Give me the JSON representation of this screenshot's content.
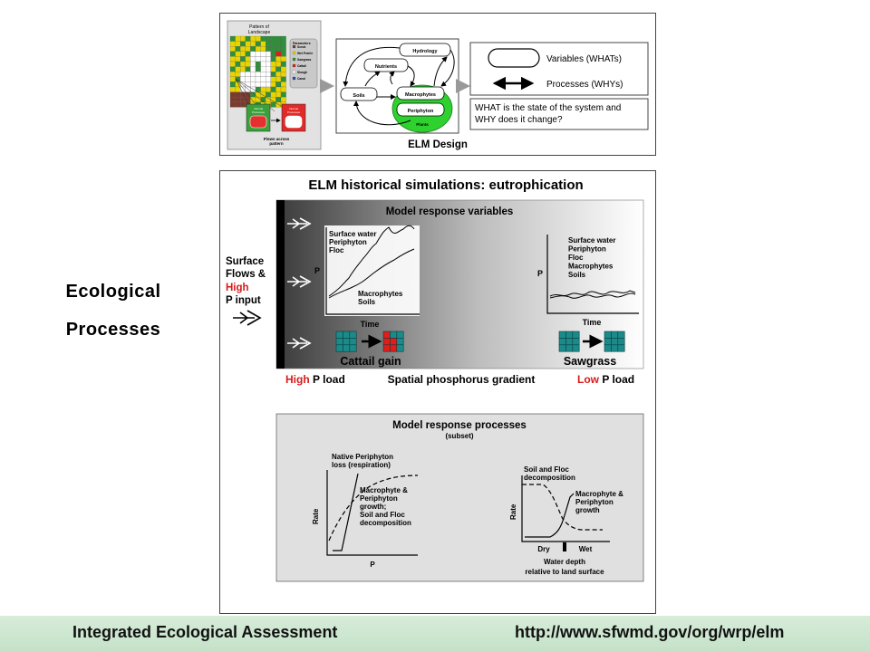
{
  "side_title": {
    "line1": "Ecological",
    "line2": "Processes"
  },
  "footer": {
    "left": "Integrated Ecological Assessment",
    "right": "http://www.sfwmd.gov/org/wrp/elm"
  },
  "design": {
    "pattern_title_1": "Pattern of",
    "pattern_title_2": "Landscape",
    "params_title": "Parameters",
    "params": [
      {
        "label": "Scrub",
        "color": "#7a3b2e"
      },
      {
        "label": "Wet Prairie",
        "color": "#e8d400"
      },
      {
        "label": "Sawgrass",
        "color": "#2f8f3a"
      },
      {
        "label": "Cattail",
        "color": "#d62020"
      },
      {
        "label": "Slough",
        "color": "#ffffff"
      },
      {
        "label": "Canal",
        "color": "#2846c8"
      }
    ],
    "internal_1": "Internal",
    "internal_2": "Processes",
    "flows_1": "Flows across",
    "flows_2": "pattern",
    "hydrology": "Hydrology",
    "nutrients": "Nutrients",
    "soils": "Soils",
    "macrophytes": "Macrophytes",
    "periphyton": "Periphyton",
    "plants": "Plants",
    "variables": "Variables (WHATs)",
    "processes": "Processes (WHYs)",
    "question_1": "WHAT is the state of the system and",
    "question_2": "WHY does it change?",
    "caption": "ELM Design"
  },
  "sim": {
    "title": "ELM historical simulations: eutrophication",
    "inflow_1": "Surface",
    "inflow_2": "Flows &",
    "inflow_high": "High",
    "inflow_3": "P input",
    "mrv_title": "Model response variables",
    "left_series_1": "Surface water",
    "left_series_2": "Periphyton",
    "left_series_3": "Floc",
    "left_low_1": "Macrophytes",
    "left_low_2": "Soils",
    "right_series": [
      "Surface water",
      "Periphyton",
      "Floc",
      "Macrophytes",
      "Soils"
    ],
    "axis_p": "P",
    "axis_time": "Time",
    "cattail_gain": "Cattail gain",
    "sawgrass": "Sawgrass",
    "high": "High",
    "low": "Low",
    "p_load": " P load",
    "gradient": "Spatial phosphorus gradient"
  },
  "processes": {
    "title": "Model response processes",
    "subset": "(subset)",
    "native_1": "Native Periphyton",
    "native_2": "loss (respiration)",
    "growth_1": "Macrophyte &",
    "growth_2": "Periphyton",
    "growth_3": "growth;",
    "growth_4": "Soil and Floc",
    "growth_5": "decomposition",
    "axis_rate": "Rate",
    "axis_p": "P",
    "decomp_1": "Soil and Floc",
    "decomp_2": "decomposition",
    "rgrowth_1": "Macrophyte &",
    "rgrowth_2": "Periphyton",
    "rgrowth_3": "growth",
    "dry": "Dry",
    "wet": "Wet",
    "depth_1": "Water depth",
    "depth_2": "relative to land surface"
  }
}
